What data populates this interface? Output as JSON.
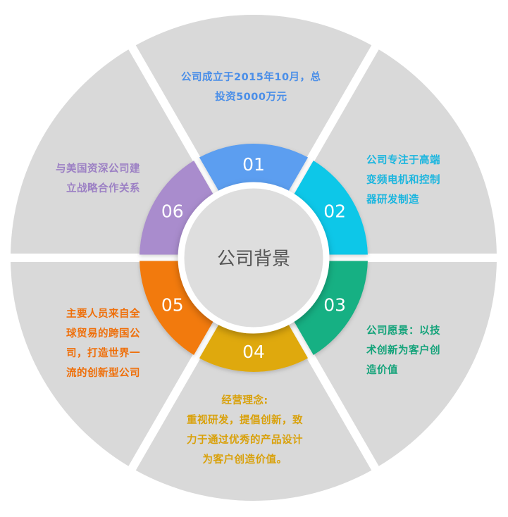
{
  "center_title": "公司背景",
  "segments": [
    {
      "number": "01",
      "color": "#5b9ef0",
      "text_color": "#4a8ee8",
      "lines": [
        "公司成立于2015年10月，总",
        "投资5000万元"
      ]
    },
    {
      "number": "02",
      "color": "#0fc7e8",
      "text_color": "#1bb6df",
      "lines": [
        "公司专注于高端",
        "变频电机和控制",
        "器研发制造"
      ]
    },
    {
      "number": "03",
      "color": "#16b083",
      "text_color": "#14a37a",
      "lines": [
        "公司愿景：以技",
        "术创新为客户创",
        "造价值"
      ]
    },
    {
      "number": "04",
      "color": "#dfa90a",
      "text_color": "#d9a10b",
      "lines": [
        "经营理念:",
        "重视研发，提倡创新，致",
        "力于通过优秀的产品设计",
        "为客户创造价值。"
      ]
    },
    {
      "number": "05",
      "color": "#f27a0a",
      "text_color": "#ef6f0a",
      "lines": [
        "主要人员来自全",
        "球贸易的跨国公",
        "司，打造世界一",
        "流的创新型公司"
      ]
    },
    {
      "number": "06",
      "color": "#a98ccd",
      "text_color": "#9c80c4",
      "lines": [
        "与美国资深公司建",
        "立战略合作关系"
      ]
    }
  ],
  "colors": {
    "outer_ring": "#d9d9d9",
    "inner_disc": "#dedede",
    "center_title": "#555555"
  }
}
